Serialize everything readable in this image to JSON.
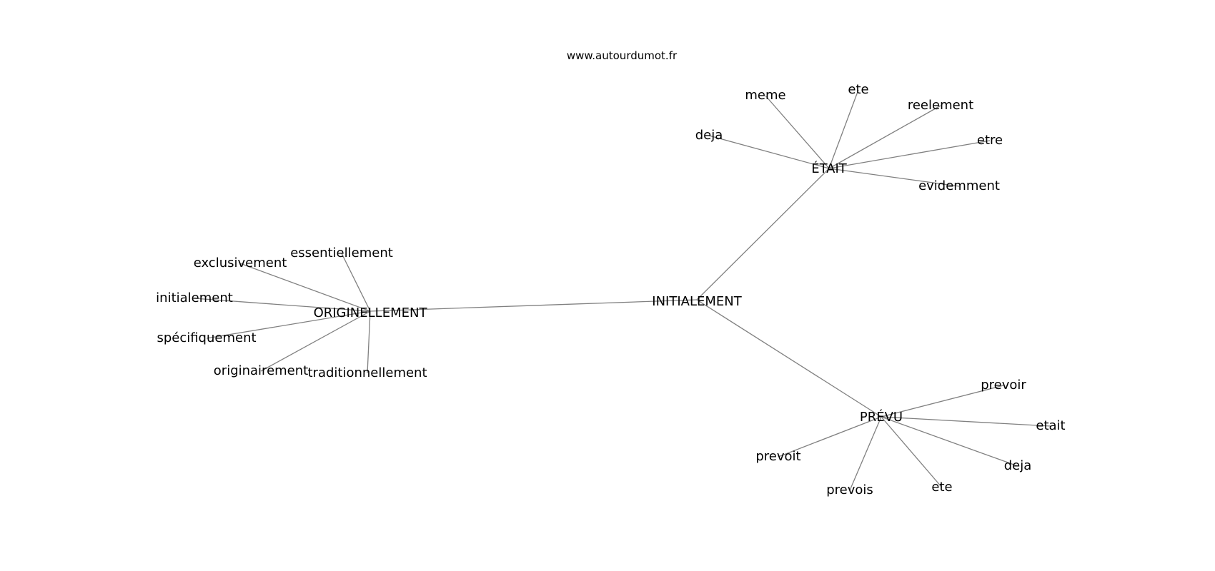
{
  "watermark": "www.autourdumot.fr",
  "colors": {
    "edge": "#808080",
    "text": "#000000",
    "background": "#ffffff"
  },
  "center": "INITIALEMENT",
  "hubs": [
    {
      "label": "ORIGINELLEMENT",
      "leaves": [
        "essentiellement",
        "exclusivement",
        "initialement",
        "spécifiquement",
        "originairement",
        "traditionnellement"
      ]
    },
    {
      "label": "ÉTAIT",
      "leaves": [
        "meme",
        "ete",
        "reelement",
        "deja",
        "etre",
        "evidemment"
      ]
    },
    {
      "label": "PRÉVU",
      "leaves": [
        "prevoir",
        "etait",
        "deja",
        "ete",
        "prevois",
        "prevoit"
      ]
    }
  ]
}
